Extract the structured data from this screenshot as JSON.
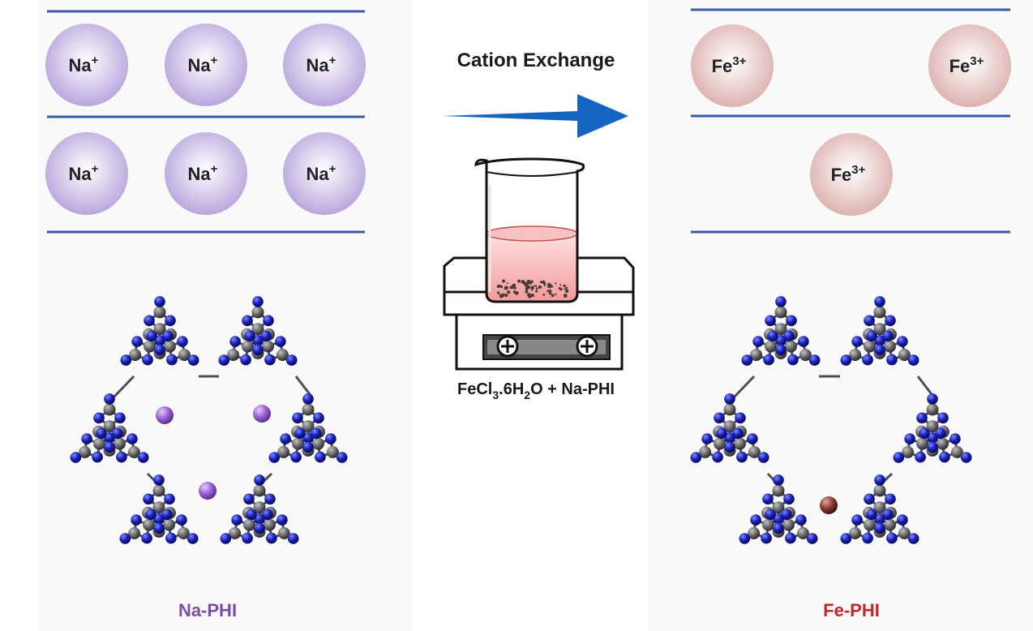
{
  "left": {
    "ion_base": "Na",
    "ion_charge": "+",
    "ion_count": 6,
    "label": "Na-PHI",
    "label_color": "#7a4ea8",
    "ion_color": "#b9a6dd",
    "dot_color": "#9b61d6"
  },
  "right": {
    "ion_base": "Fe",
    "ion_charge": "3+",
    "ion_count": 3,
    "label": "Fe-PHI",
    "label_color": "#c0262a",
    "ion_color": "#dcb2ae",
    "dot_color": "#8a3d35"
  },
  "process": {
    "title": "Cation Exchange",
    "arrow_color": "#1565c0",
    "reagent_formula": {
      "part1": "FeCl",
      "sub1": "3",
      "part2": ".6H",
      "sub2": "2",
      "part3": "O + Na-PHI"
    }
  },
  "atoms": {
    "nitrogen_color": "#1a1fb5",
    "carbon_color": "#6b6b6b"
  }
}
